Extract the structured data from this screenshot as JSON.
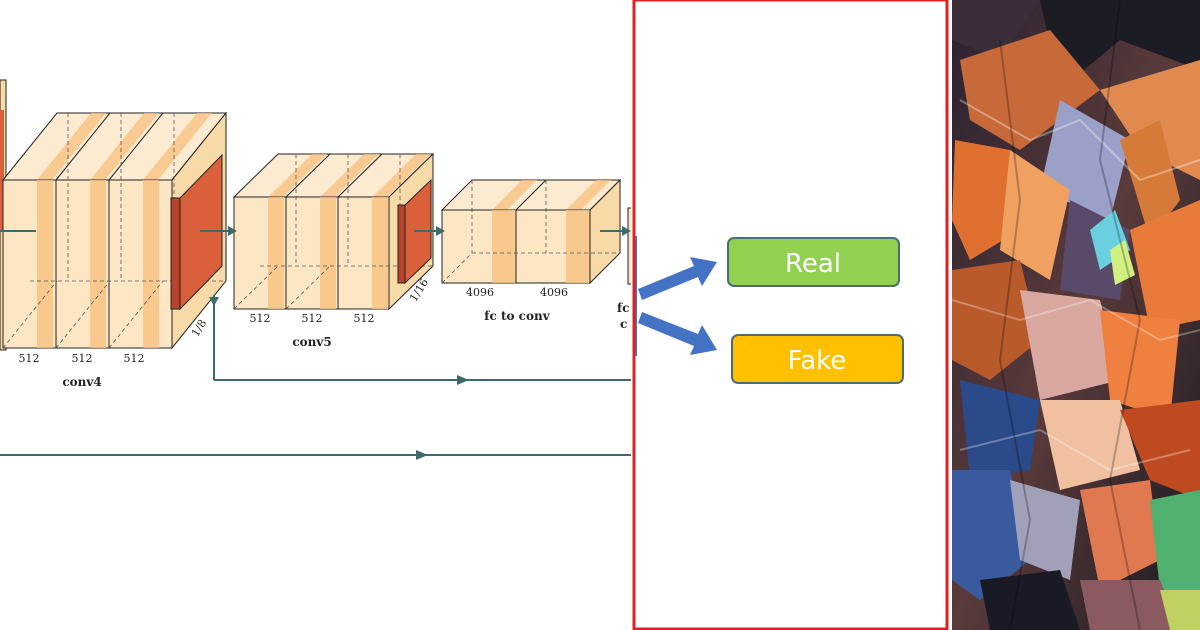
{
  "colors": {
    "block_front": "#fde6c4",
    "block_top": "#fdebd1",
    "block_side": "#f8d9a8",
    "stripe": "#f7c07e",
    "pool_front": "#d9603a",
    "pool_side": "#b9432a",
    "arrow": "#3d6b6b",
    "blue_arrow": "#4472c4",
    "real_fill": "#92d050",
    "fake_fill": "#ffc000",
    "frame_border": "#e02020"
  },
  "network": {
    "conv4": {
      "label": "conv4",
      "channels": [
        "512",
        "512",
        "512"
      ],
      "scale": "1/8"
    },
    "conv5": {
      "label": "conv5",
      "channels": [
        "512",
        "512",
        "512"
      ],
      "scale": "1/16"
    },
    "fc_to_conv": {
      "label": "fc to conv",
      "channels": [
        "4096",
        "4096"
      ]
    },
    "next_label_fragment": [
      "fc",
      "c"
    ]
  },
  "outputs": {
    "real_label": "Real",
    "fake_label": "Fake"
  }
}
